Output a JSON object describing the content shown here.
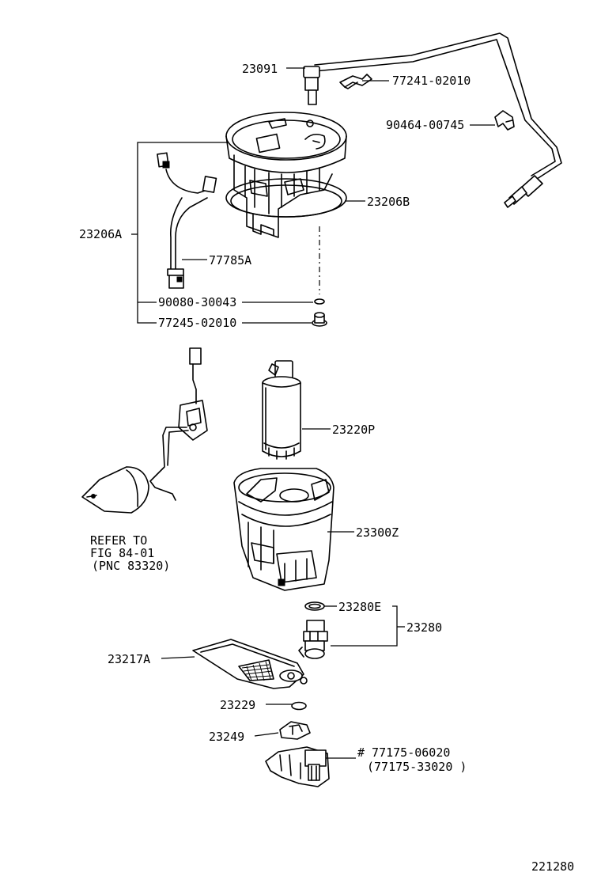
{
  "labels": {
    "p23091": "23091",
    "p77241": "77241-02010",
    "p90464": "90464-00745",
    "p23206b": "23206B",
    "p23206a": "23206A",
    "p77785a": "77785A",
    "p90080": "90080-30043",
    "p77245": "77245-02010",
    "p23220p": "23220P",
    "p23300z": "23300Z",
    "p23280e": "23280E",
    "p23280": "23280",
    "p23217a": "23217A",
    "p23229": "23229",
    "p23249": "23249",
    "p77175a": "# 77175-06020",
    "p77175b": "(77175-33020 )"
  },
  "note": {
    "line1": "REFER TO",
    "line2": "FIG 84-01",
    "line3": "(PNC 83320)"
  },
  "figure_number": "221280"
}
